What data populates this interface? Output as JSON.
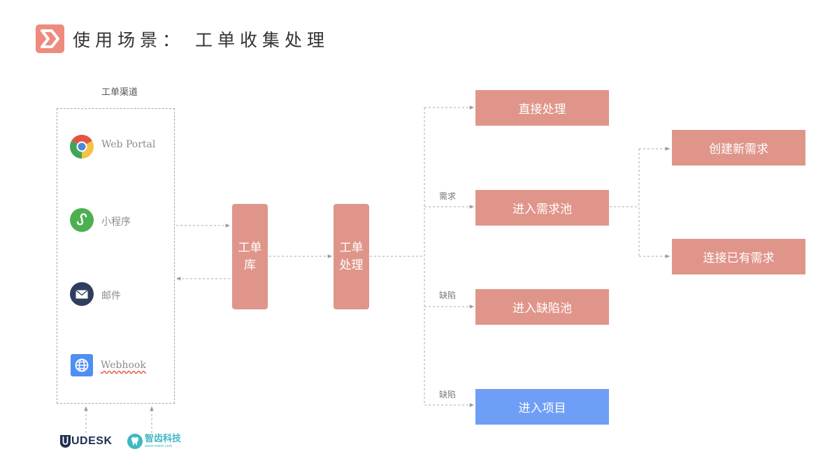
{
  "header": {
    "title": "使用场景： 工单收集处理"
  },
  "channels": {
    "title": "工单渠道",
    "items": [
      {
        "label": "Web Portal",
        "icon": "chrome-icon"
      },
      {
        "label": "小程序",
        "icon": "mini-program-icon"
      },
      {
        "label": "邮件",
        "icon": "mail-icon"
      },
      {
        "label": "Webhook",
        "icon": "globe-icon"
      }
    ]
  },
  "nodes": {
    "ticket_pool": "工单\n库",
    "ticket_process": "工单\n处理",
    "direct": "直接处理",
    "demand_pool": "进入需求池",
    "defect_pool": "进入缺陷池",
    "project": "进入项目",
    "new_demand": "创建新需求",
    "link_demand": "连接已有需求"
  },
  "edge_labels": {
    "demand": "需求",
    "defect1": "缺陷",
    "defect2": "缺陷"
  },
  "partners": {
    "udesk": "UDESK",
    "sobot": "智齿科技",
    "sobot_url": "www.sobot.com"
  },
  "colors": {
    "node": "#e0958a",
    "node_blue": "#6f9ef6",
    "logo": "#ee8a7e"
  }
}
